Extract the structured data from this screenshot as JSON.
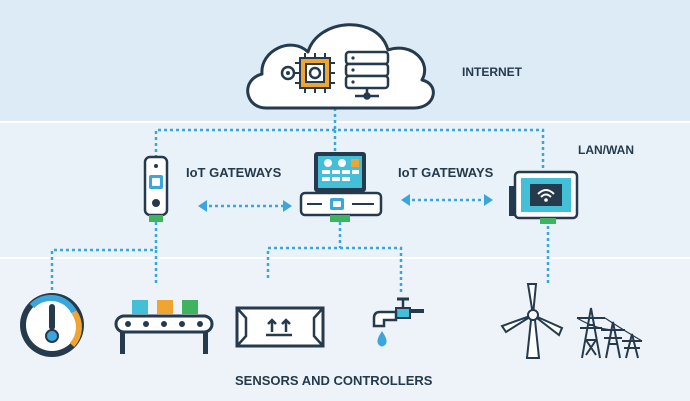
{
  "labels": {
    "internet": "INTERNET",
    "lan_wan": "LAN/WAN",
    "gateways_left": "IoT GATEWAYS",
    "gateways_right": "IoT GATEWAYS",
    "sensors": "SENSORS AND CONTROLLERS"
  },
  "colors": {
    "band_top": "#dcebf6",
    "band_mid": "#e9f2f9",
    "band_bottom": "#edf3f9",
    "navy": "#253a4c",
    "accent_blue": "#3aa6db",
    "dashed_line": "#3aa6db",
    "teal": "#2fb6a8",
    "orange": "#f0a431",
    "green": "#3fb45f",
    "lime": "#8ccb3e",
    "cyan": "#43c0d8"
  },
  "icons": [
    "cloud-icon",
    "processor-icon",
    "server-icon",
    "gateway-device-icon",
    "gateway-router-icon",
    "gateway-wifi-icon",
    "gauge-icon",
    "conveyor-icon",
    "package-icon",
    "faucet-icon",
    "wind-turbine-icon",
    "power-pylon-icon"
  ]
}
